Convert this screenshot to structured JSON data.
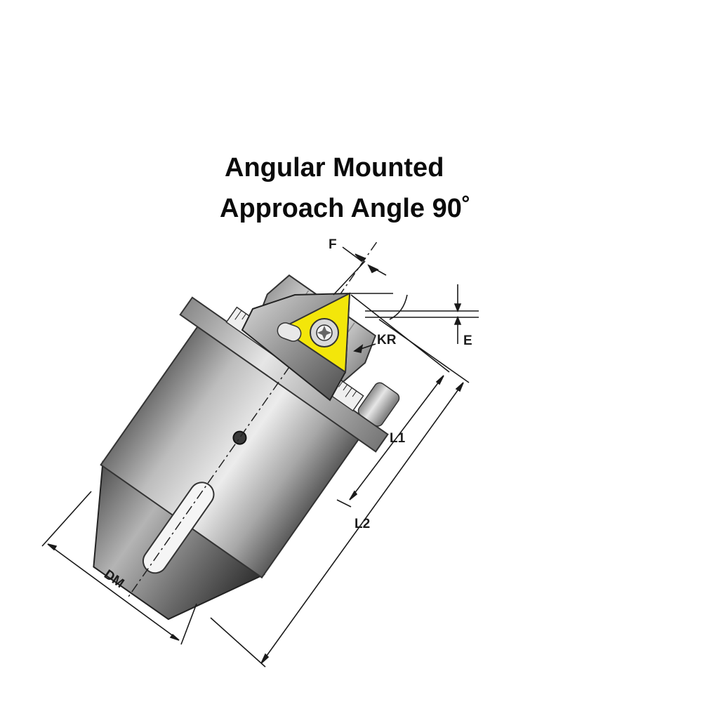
{
  "title": {
    "line1": "Angular Mounted",
    "line2": "Approach Angle 90˚"
  },
  "dimension_labels": {
    "f": "F",
    "kr": "KR",
    "e": "E",
    "l1": "L1",
    "l2": "L2",
    "dm": "DM"
  },
  "colors": {
    "insert": "#f3e60a",
    "body_light": "#dcdcdc",
    "body_dark": "#3c3c3c",
    "lines": "#1a1a1a"
  }
}
